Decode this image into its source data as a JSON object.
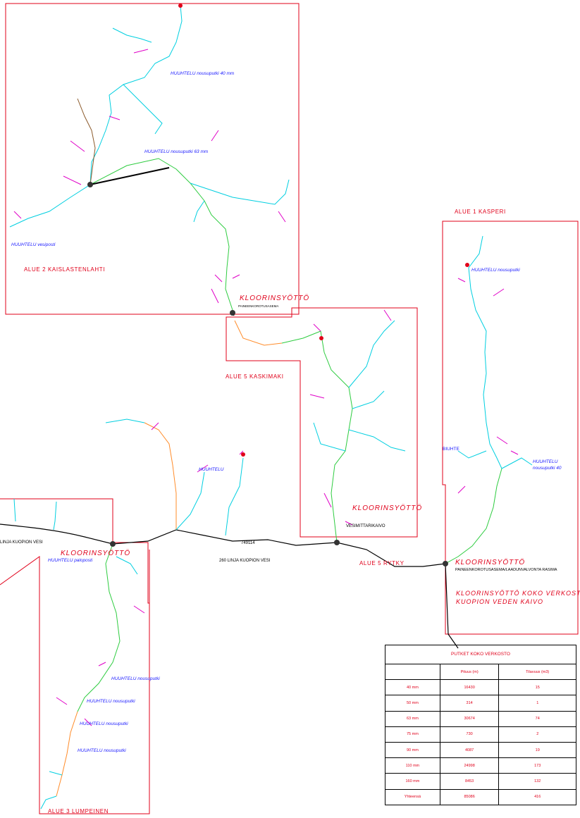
{
  "areas": {
    "a1": "ALUE 1 KASPERI",
    "a2": "ALUE 2 KAISLASTENLAHTI",
    "a3": "ALUE 3 LUMPEINEN",
    "a5k": "ALUE 5 KASKIMAKI",
    "a5r": "ALUE 5 RYTKY"
  },
  "labels": {
    "flush_40_top": "HUUHTELU nousuputki 40 mm",
    "flush_63": "HUUHTELU nousuputki 63 mm",
    "flush_vesiposti": "HUUHTELU vesiposti",
    "flush_a1": "HUUHTELU nousuputki",
    "flush_a1_right": "HUUHTELU",
    "flush_a1_right2": "nousuputki 40",
    "flush_mid": "HUUHTELU",
    "flush_palo": "HUUHTELU paloposti",
    "flush_l1": "HUUHTELU nousuputki",
    "flush_l2": "HUUHTELU nousuputki",
    "flush_l3": "HUUHTELU nousuputki",
    "flush_l4": "HUUHTELU nousuputki",
    "chlor_a2": "KLOORINSYÖTTÖ",
    "chlor_a5": "KLOORINSYÖTTÖ",
    "chlor_a3": "KLOORINSYÖTTÖ",
    "chlor_r": "KLOORINSYÖTTÖ",
    "chlor_all1": "KLOORINSYÖTTÖ KOKO VERKOSTOON",
    "chlor_all2": "KUOPION VEDEN KAIVO",
    "mittaus": "VESIMITTARIKAIVO",
    "paine": "PAINEENKOROTUSASEMA/LAADUNVALVONTA RASIMA",
    "linja_left": "LINJA KUOPION VESI",
    "linja_center": "260 LINJA KUOPION VESI",
    "num_749": "749114",
    "pipe_blue": "BIUHTE",
    "pump_a2": "PAINEENKOROTUSASEMA"
  },
  "table": {
    "title": "PUTKET KOKO VERKOSTO",
    "headers": [
      "",
      "Pituus (m)",
      "Tilavuus (m3)"
    ],
    "rows": [
      [
        "40 mm",
        "16430",
        "15"
      ],
      [
        "50 mm",
        "314",
        "1"
      ],
      [
        "63 mm",
        "30674",
        "74"
      ],
      [
        "75 mm",
        "730",
        "2"
      ],
      [
        "90 mm",
        "4087",
        "19"
      ],
      [
        "110 mm",
        "24998",
        "173"
      ],
      [
        "160 mm",
        "8453",
        "132"
      ],
      [
        "Yhteensä",
        "85086",
        "416"
      ]
    ]
  },
  "colors": {
    "boundary": "#e0001a",
    "pipe_40": "#00cfe0",
    "pipe_63": "#2ecc40",
    "pipe_110": "#ff8c2a",
    "pipe_160": "#000000",
    "pipe_other": "#e000c8"
  }
}
